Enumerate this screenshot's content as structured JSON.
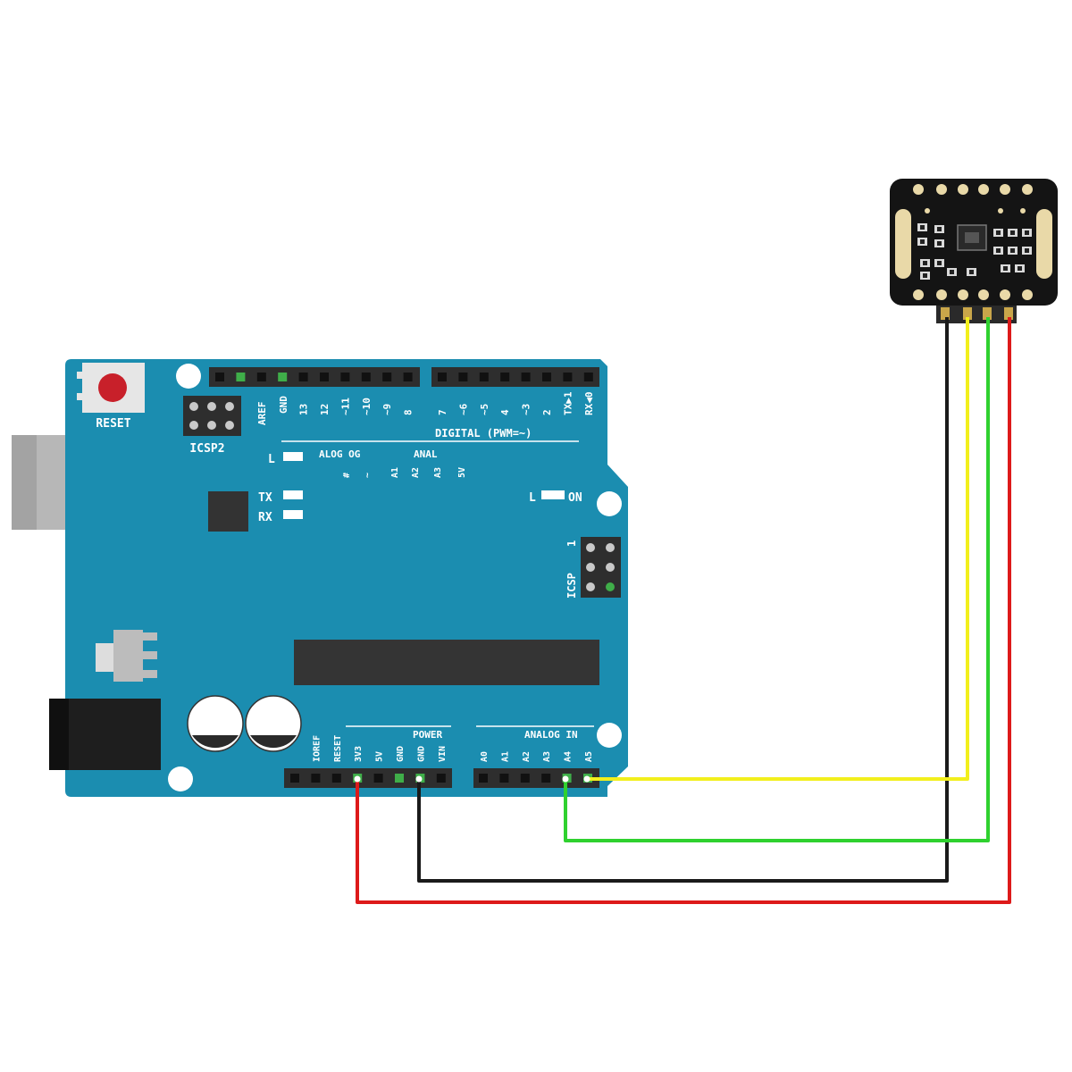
{
  "board": {
    "reset_label": "RESET",
    "icsp2_label": "ICSP2",
    "icsp_label": "ICSP",
    "aref_label": "AREF",
    "gnd_label": "GND",
    "digital_label": "DIGITAL (PWM=~)",
    "led_l_label": "L",
    "tx_label": "TX",
    "rx_label": "RX",
    "on_label": "ON",
    "on_l_label": "L",
    "icsp_one_label": "1",
    "analog_frag_1": "ALOG OG",
    "analog_frag_2": "ANAL",
    "power_label": "POWER",
    "analog_in_label": "ANALOG IN",
    "digital_pins": [
      "13",
      "12",
      "~11",
      "~10",
      "~9",
      "8",
      "7",
      "~6",
      "~5",
      "4",
      "~3",
      "2",
      "TX▶1",
      "RX◀0"
    ],
    "mid_labels": [
      "#",
      "~",
      "A1",
      "A2",
      "A3",
      "5V"
    ],
    "power_pins": [
      "IOREF",
      "RESET",
      "3V3",
      "5V",
      "GND",
      "GND",
      "VIN"
    ],
    "analog_pins": [
      "A0",
      "A1",
      "A2",
      "A3",
      "A4",
      "A5"
    ]
  },
  "colors": {
    "board": "#1b8db0",
    "board_edge": "#187e9e",
    "header": "#2e2e2e",
    "usb": "#b5b5b5",
    "jack": "#1c1c1c",
    "chip": "#3a3a3a",
    "sensor": "#141414",
    "wire_black": "#1a1a1a",
    "wire_yellow": "#f2ef1c",
    "wire_green": "#2fd12f",
    "wire_red": "#dd1a1a",
    "reset_button": "#c8202a"
  },
  "wires": [
    {
      "name": "gnd-wire",
      "color": "wire_black"
    },
    {
      "name": "scl-wire",
      "color": "wire_yellow"
    },
    {
      "name": "sda-wire",
      "color": "wire_green"
    },
    {
      "name": "vcc-wire",
      "color": "wire_red"
    }
  ]
}
